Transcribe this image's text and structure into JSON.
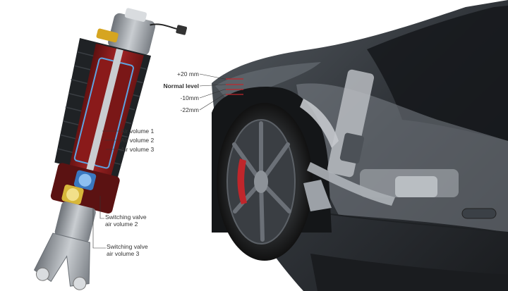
{
  "labels": {
    "height_levels": [
      "+20 mm",
      "Normal level",
      "-10mm",
      "-22mm"
    ],
    "air_volumes": [
      "Air volume 1",
      "Air volume 2",
      "Air volume 3"
    ],
    "valve_2": [
      "Switching valve",
      "air volume 2"
    ],
    "valve_3": [
      "Switching valve",
      "air volume 3"
    ]
  },
  "colors": {
    "car_body": "#2f3338",
    "car_dark": "#1c1f22",
    "air_chamber_red": "#8f1d1d",
    "valve_blue": "#3a78c0",
    "valve_yellow": "#d7b73a",
    "metal": "#9aa0a6"
  }
}
